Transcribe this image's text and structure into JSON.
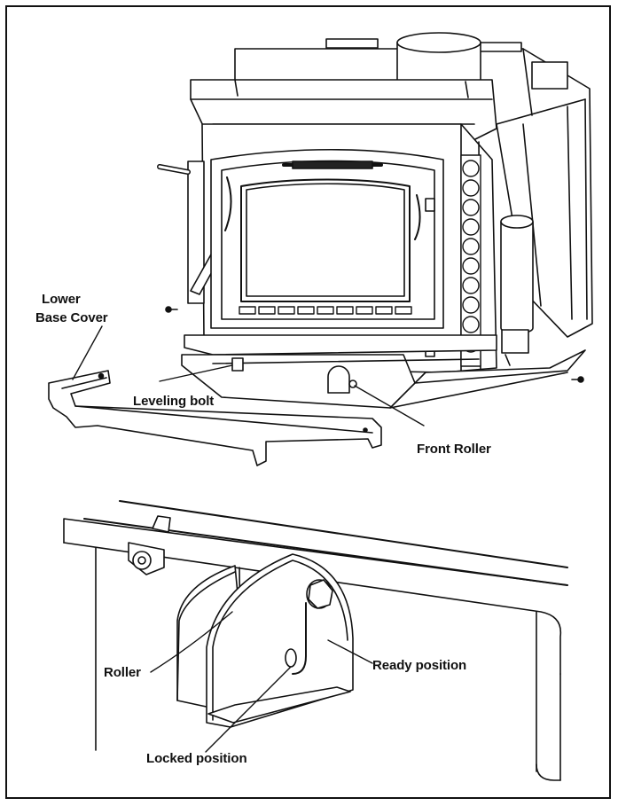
{
  "labels": {
    "lower_base_cover_line1": "Lower",
    "lower_base_cover_line2": "Base Cover",
    "leveling_bolt": "Leveling bolt",
    "front_roller": "Front Roller",
    "roller": "Roller",
    "ready_position": "Ready position",
    "locked_position": "Locked position"
  }
}
